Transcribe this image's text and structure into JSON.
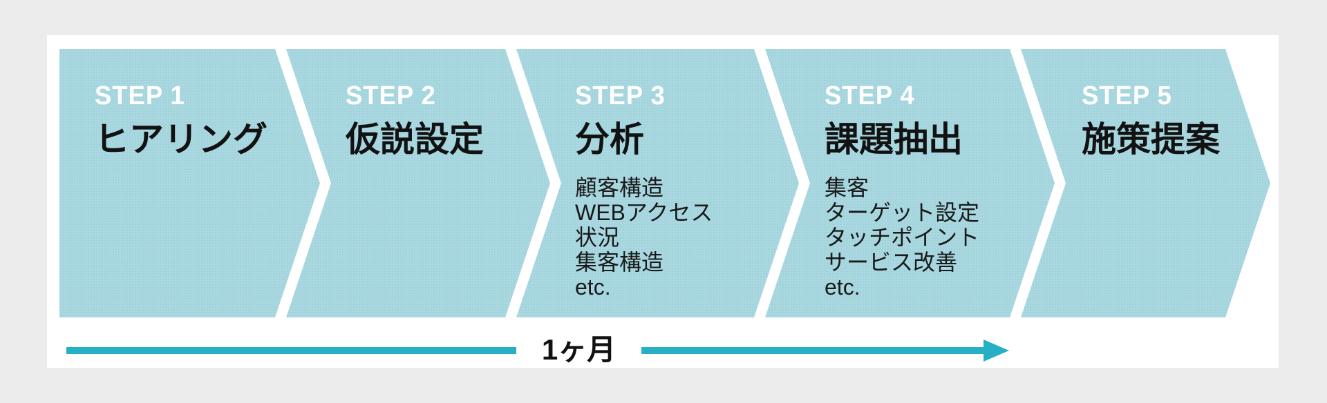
{
  "colors": {
    "page_background": "#ececec",
    "card_background": "#ffffff",
    "chevron_fill": "#a9d8e1",
    "step_label_color": "#ffffff",
    "text_color": "#1a1a1a",
    "timeline_arrow": "#27b0c5"
  },
  "steps": [
    {
      "step": "STEP 1",
      "title": "ヒアリング",
      "items": []
    },
    {
      "step": "STEP 2",
      "title": "仮説設定",
      "items": []
    },
    {
      "step": "STEP 3",
      "title": "分析",
      "items": [
        "顧客構造",
        "WEBアクセス",
        "状況",
        "集客構造",
        "etc."
      ]
    },
    {
      "step": "STEP 4",
      "title": "課題抽出",
      "items": [
        "集客",
        "ターゲット設定",
        "タッチポイント",
        "サービス改善",
        "etc."
      ]
    },
    {
      "step": "STEP 5",
      "title": "施策提案",
      "items": []
    }
  ],
  "timeline": {
    "label": "1ヶ月"
  }
}
